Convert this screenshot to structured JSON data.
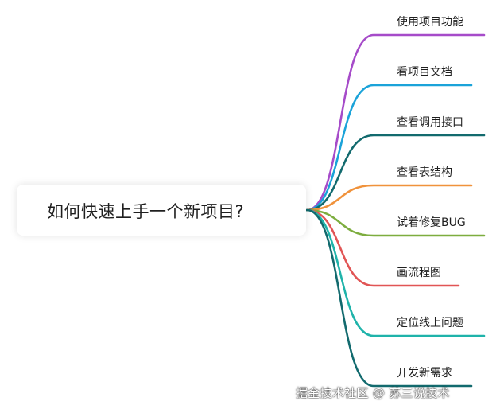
{
  "mindmap": {
    "root": {
      "title": "如何快速上手一个新项目?"
    },
    "branches": [
      {
        "label": "使用项目功能",
        "color": "#a64bc9"
      },
      {
        "label": "看项目文档",
        "color": "#1ba3d9"
      },
      {
        "label": "查看调用接口",
        "color": "#126a6e"
      },
      {
        "label": "查看表结构",
        "color": "#f0923b"
      },
      {
        "label": "试着修复BUG",
        "color": "#7dad3f"
      },
      {
        "label": "画流程图",
        "color": "#e15555"
      },
      {
        "label": "定位线上问题",
        "color": "#1fb3aa"
      },
      {
        "label": "开发新需求",
        "color": "#126a6e"
      }
    ]
  },
  "watermark": {
    "text": "掘金技术社区 @ 苏三说技术"
  }
}
